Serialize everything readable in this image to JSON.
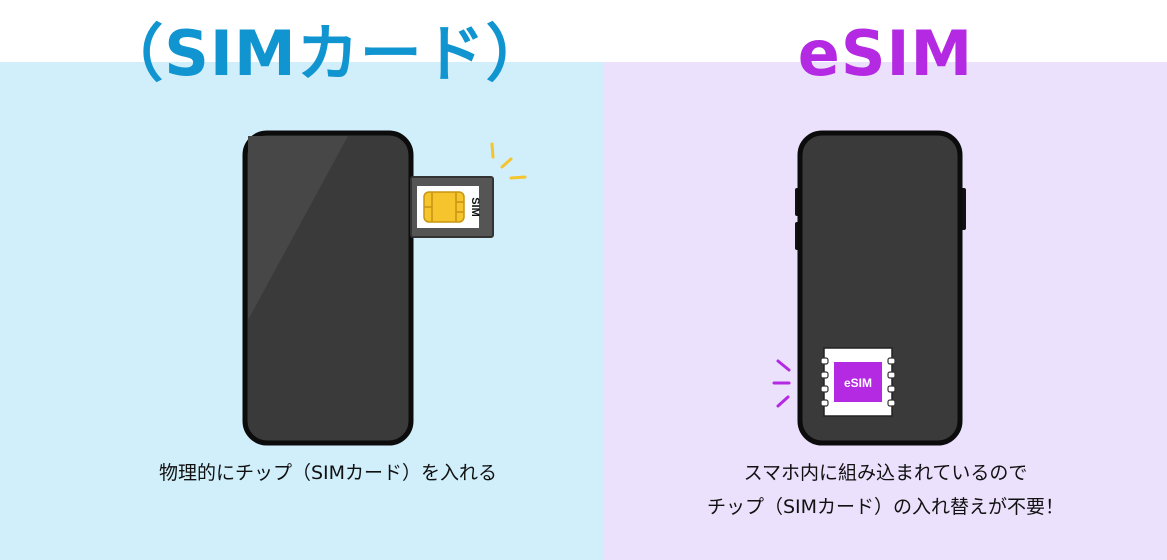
{
  "sim": {
    "title": "（SIMカード）",
    "caption": "物理的にチップ（SIMカード）を入れる",
    "card_label": "SIM",
    "accent_color": "#1195d0",
    "background_color": "#d0effb"
  },
  "esim": {
    "title": "eSIM",
    "caption_line1": "スマホ内に組み込まれているので",
    "caption_line2": "チップ（SIMカード）の入れ替えが不要！",
    "chip_label": "eSIM",
    "accent_color": "#b42ae3",
    "background_color": "#ebe1fc"
  },
  "icons": [
    "smartphone-icon",
    "sim-tray-icon",
    "sim-chip-icon",
    "esim-chip-icon",
    "sparkle-icon"
  ]
}
